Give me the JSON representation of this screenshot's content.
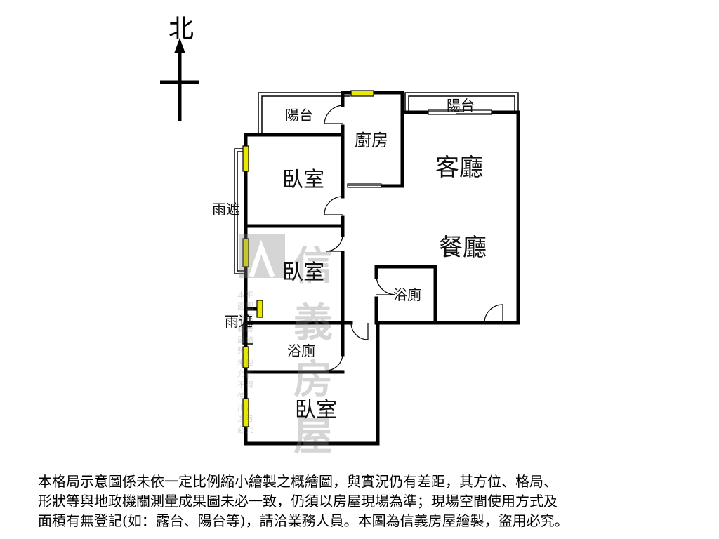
{
  "compass": {
    "north_label": "北"
  },
  "rooms": {
    "balcony_west": "陽台",
    "balcony_east": "陽台",
    "kitchen": "廚房",
    "living_room": "客廳",
    "dining_room": "餐廳",
    "bedroom_1": "臥室",
    "bedroom_2": "臥室",
    "bedroom_3": "臥室",
    "bathroom_1": "浴廁",
    "bathroom_2": "浴廁",
    "canopy_1": "雨遮",
    "canopy_2": "雨遮"
  },
  "watermark": {
    "brand": "信義房屋",
    "notice": "本平面圖為信義房屋繪製，未經允許不得使用，違者必究"
  },
  "disclaimer": {
    "line1": "本格局示意圖係未依一定比例縮小繪製之概繪圖，與實況仍有差距，其方位、格局、",
    "line2": "形狀等與地政機關測量成果圖未必一致，仍須以房屋現場為準；現場空間使用方式及",
    "line3": "面積有無登記(如：露台、陽台等)，請洽業務人員。本圖為信義房屋繪製，盜用必究。"
  },
  "colors": {
    "wall": "#000000",
    "window": "#e8e800",
    "watermark": "#8a8a8a"
  }
}
